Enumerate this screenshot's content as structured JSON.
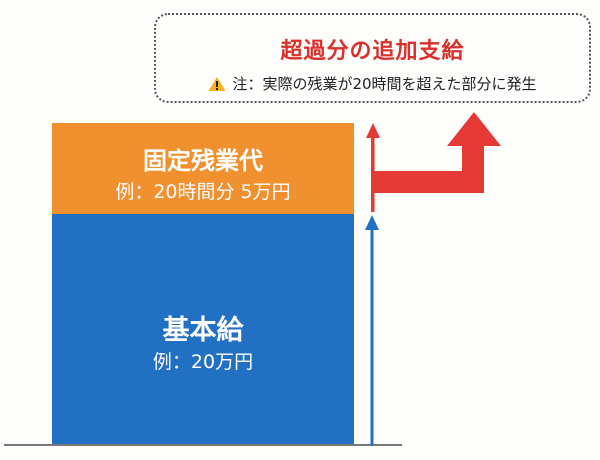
{
  "note": {
    "title": "超過分の追加支給",
    "icon": "warning-icon",
    "text": "注：実際の残業が20時間を超えた部分に発生"
  },
  "blocks": {
    "fixed_overtime": {
      "title": "固定残業代",
      "example": "例：20時間分 5万円",
      "color": "#f0902f"
    },
    "base_salary": {
      "title": "基本給",
      "example": "例：20万円",
      "color": "#2170c4"
    }
  },
  "arrows": {
    "blue_color": "#2170c4",
    "red_color": "#e53935"
  }
}
